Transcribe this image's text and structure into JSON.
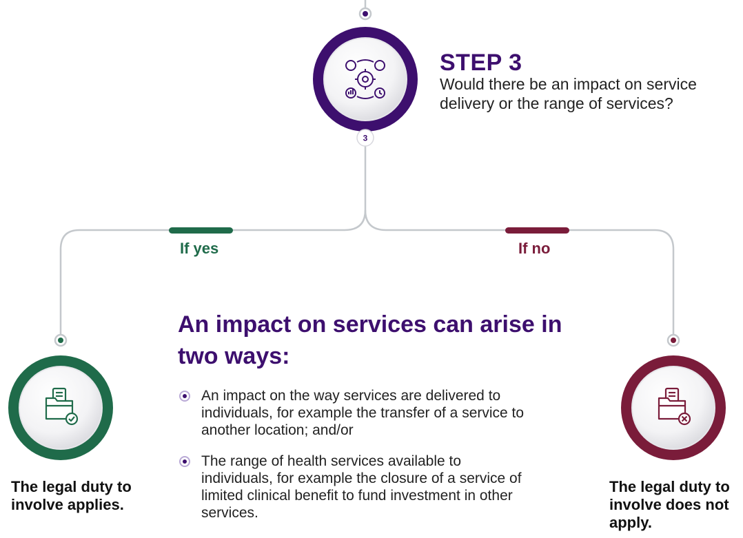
{
  "step": {
    "title": "STEP 3",
    "question": "Would there be an impact on service delivery or the range of services?",
    "badge_number": "3",
    "icon": "service-cycle-icon"
  },
  "branches": {
    "yes_label": "If yes",
    "no_label": "If no"
  },
  "info": {
    "heading": "An impact on services can arise in two ways:",
    "items": [
      "An impact on the way services are delivered to individuals, for example the transfer of a service to another location; and/or",
      "The range of health services available to individuals, for example the closure of a service of limited clinical benefit to fund investment in other services."
    ]
  },
  "outcomes": {
    "yes_text": "The legal duty to involve applies.",
    "yes_icon": "folder-check-icon",
    "no_text": "The legal duty to involve does not apply.",
    "no_icon": "folder-cross-icon"
  },
  "colors": {
    "purple": "#3d0f6e",
    "green": "#1f6b4a",
    "maroon": "#7a1c3a",
    "connector": "#c4c8cc"
  }
}
